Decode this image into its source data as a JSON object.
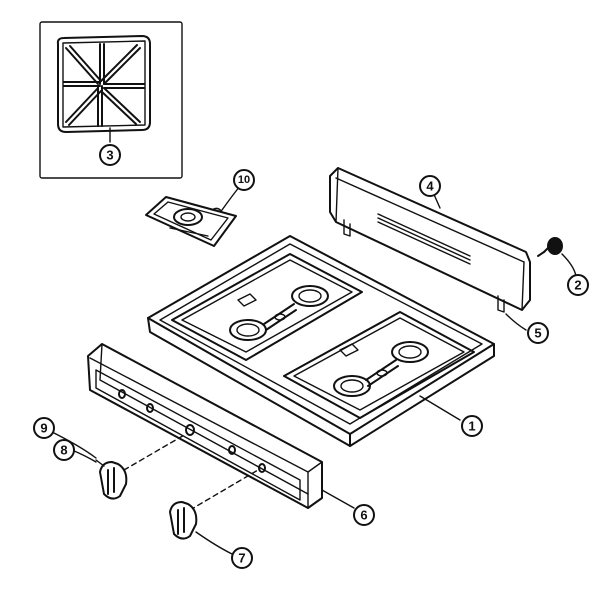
{
  "callouts": {
    "c1": "1",
    "c2": "2",
    "c3": "3",
    "c4": "4",
    "c5": "5",
    "c6": "6",
    "c7": "7",
    "c8": "8",
    "c9": "9",
    "c10": "10"
  },
  "colors": {
    "line": "#111111",
    "background": "#ffffff"
  }
}
